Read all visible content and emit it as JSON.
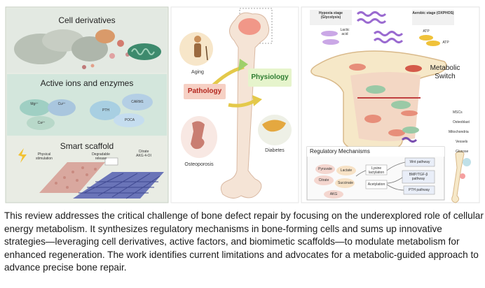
{
  "left_panel": {
    "cell_derivatives": {
      "title": "Cell derivatives"
    },
    "active_ions": {
      "title": "Active ions and enzymes",
      "labels": [
        "Mg²⁺",
        "Cu²⁺",
        "Ca²⁺",
        "PTH",
        "CARM1",
        "POCA"
      ]
    },
    "smart_scaffold": {
      "title": "Smart scaffold",
      "labels": [
        "Physical stimulation",
        "Degradable release",
        "Citrate AKG 4-OI"
      ]
    }
  },
  "middle_panel": {
    "aging": "Aging",
    "pathology": "Pathology",
    "physiology": "Physiology",
    "osteoporosis": "Osteoporosis",
    "diabetes": "Diabetes"
  },
  "right_panel": {
    "hypoxia": "Hypoxia stage (Glycolysis)",
    "lactic_acid": "Lactic acid",
    "aerobic": "Aerobic stage (OXPHOS)",
    "atp1": "ATP",
    "atp2": "ATP",
    "metabolic": "Metabolic",
    "switch": "Switch",
    "legend": [
      "MSCs",
      "Osteoblast",
      "Mitochondria",
      "Vessels",
      "Glucose"
    ],
    "regulatory": {
      "title": "Regulatory Mechanisms",
      "metabolites": [
        "Pyruvate",
        "Lactate",
        "Citrate",
        "Succinate",
        "AKG"
      ],
      "mods": [
        "Lysine lactylation",
        "Acetylation"
      ],
      "pathways": [
        "Wnt pathway",
        "BMP/TGF-β pathway",
        "PTH pathway"
      ]
    }
  },
  "caption": "This review addresses the critical challenge of bone defect repair by focusing on the underexplored role of cellular energy metabolism. It synthesizes regulatory mechanisms in bone-forming cells and sums up innovative strategies—leveraging cell derivatives, active factors, and biomimetic scaffolds—to modulate metabolism for enhanced regeneration. The work identifies current limitations and advocates for a metabolic-guided approach to advance precise bone repair."
}
